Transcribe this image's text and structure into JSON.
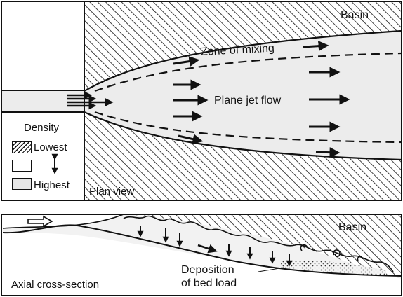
{
  "plan_view": {
    "basin_label": "Basin",
    "zone_label": "Zone of mixing",
    "jet_label": "Plane jet flow",
    "view_label": "Plan view"
  },
  "legend": {
    "title": "Density",
    "lowest": "Lowest",
    "highest": "Highest"
  },
  "cross_section": {
    "basin_label": "Basin",
    "deposition_label_1": "Deposition",
    "deposition_label_2": "of bed load",
    "view_label": "Axial cross-section"
  },
  "colors": {
    "ink": "#111111",
    "paper": "#ffffff",
    "jet_fill": "#ececec",
    "highest_fill": "#e6e6e6"
  }
}
